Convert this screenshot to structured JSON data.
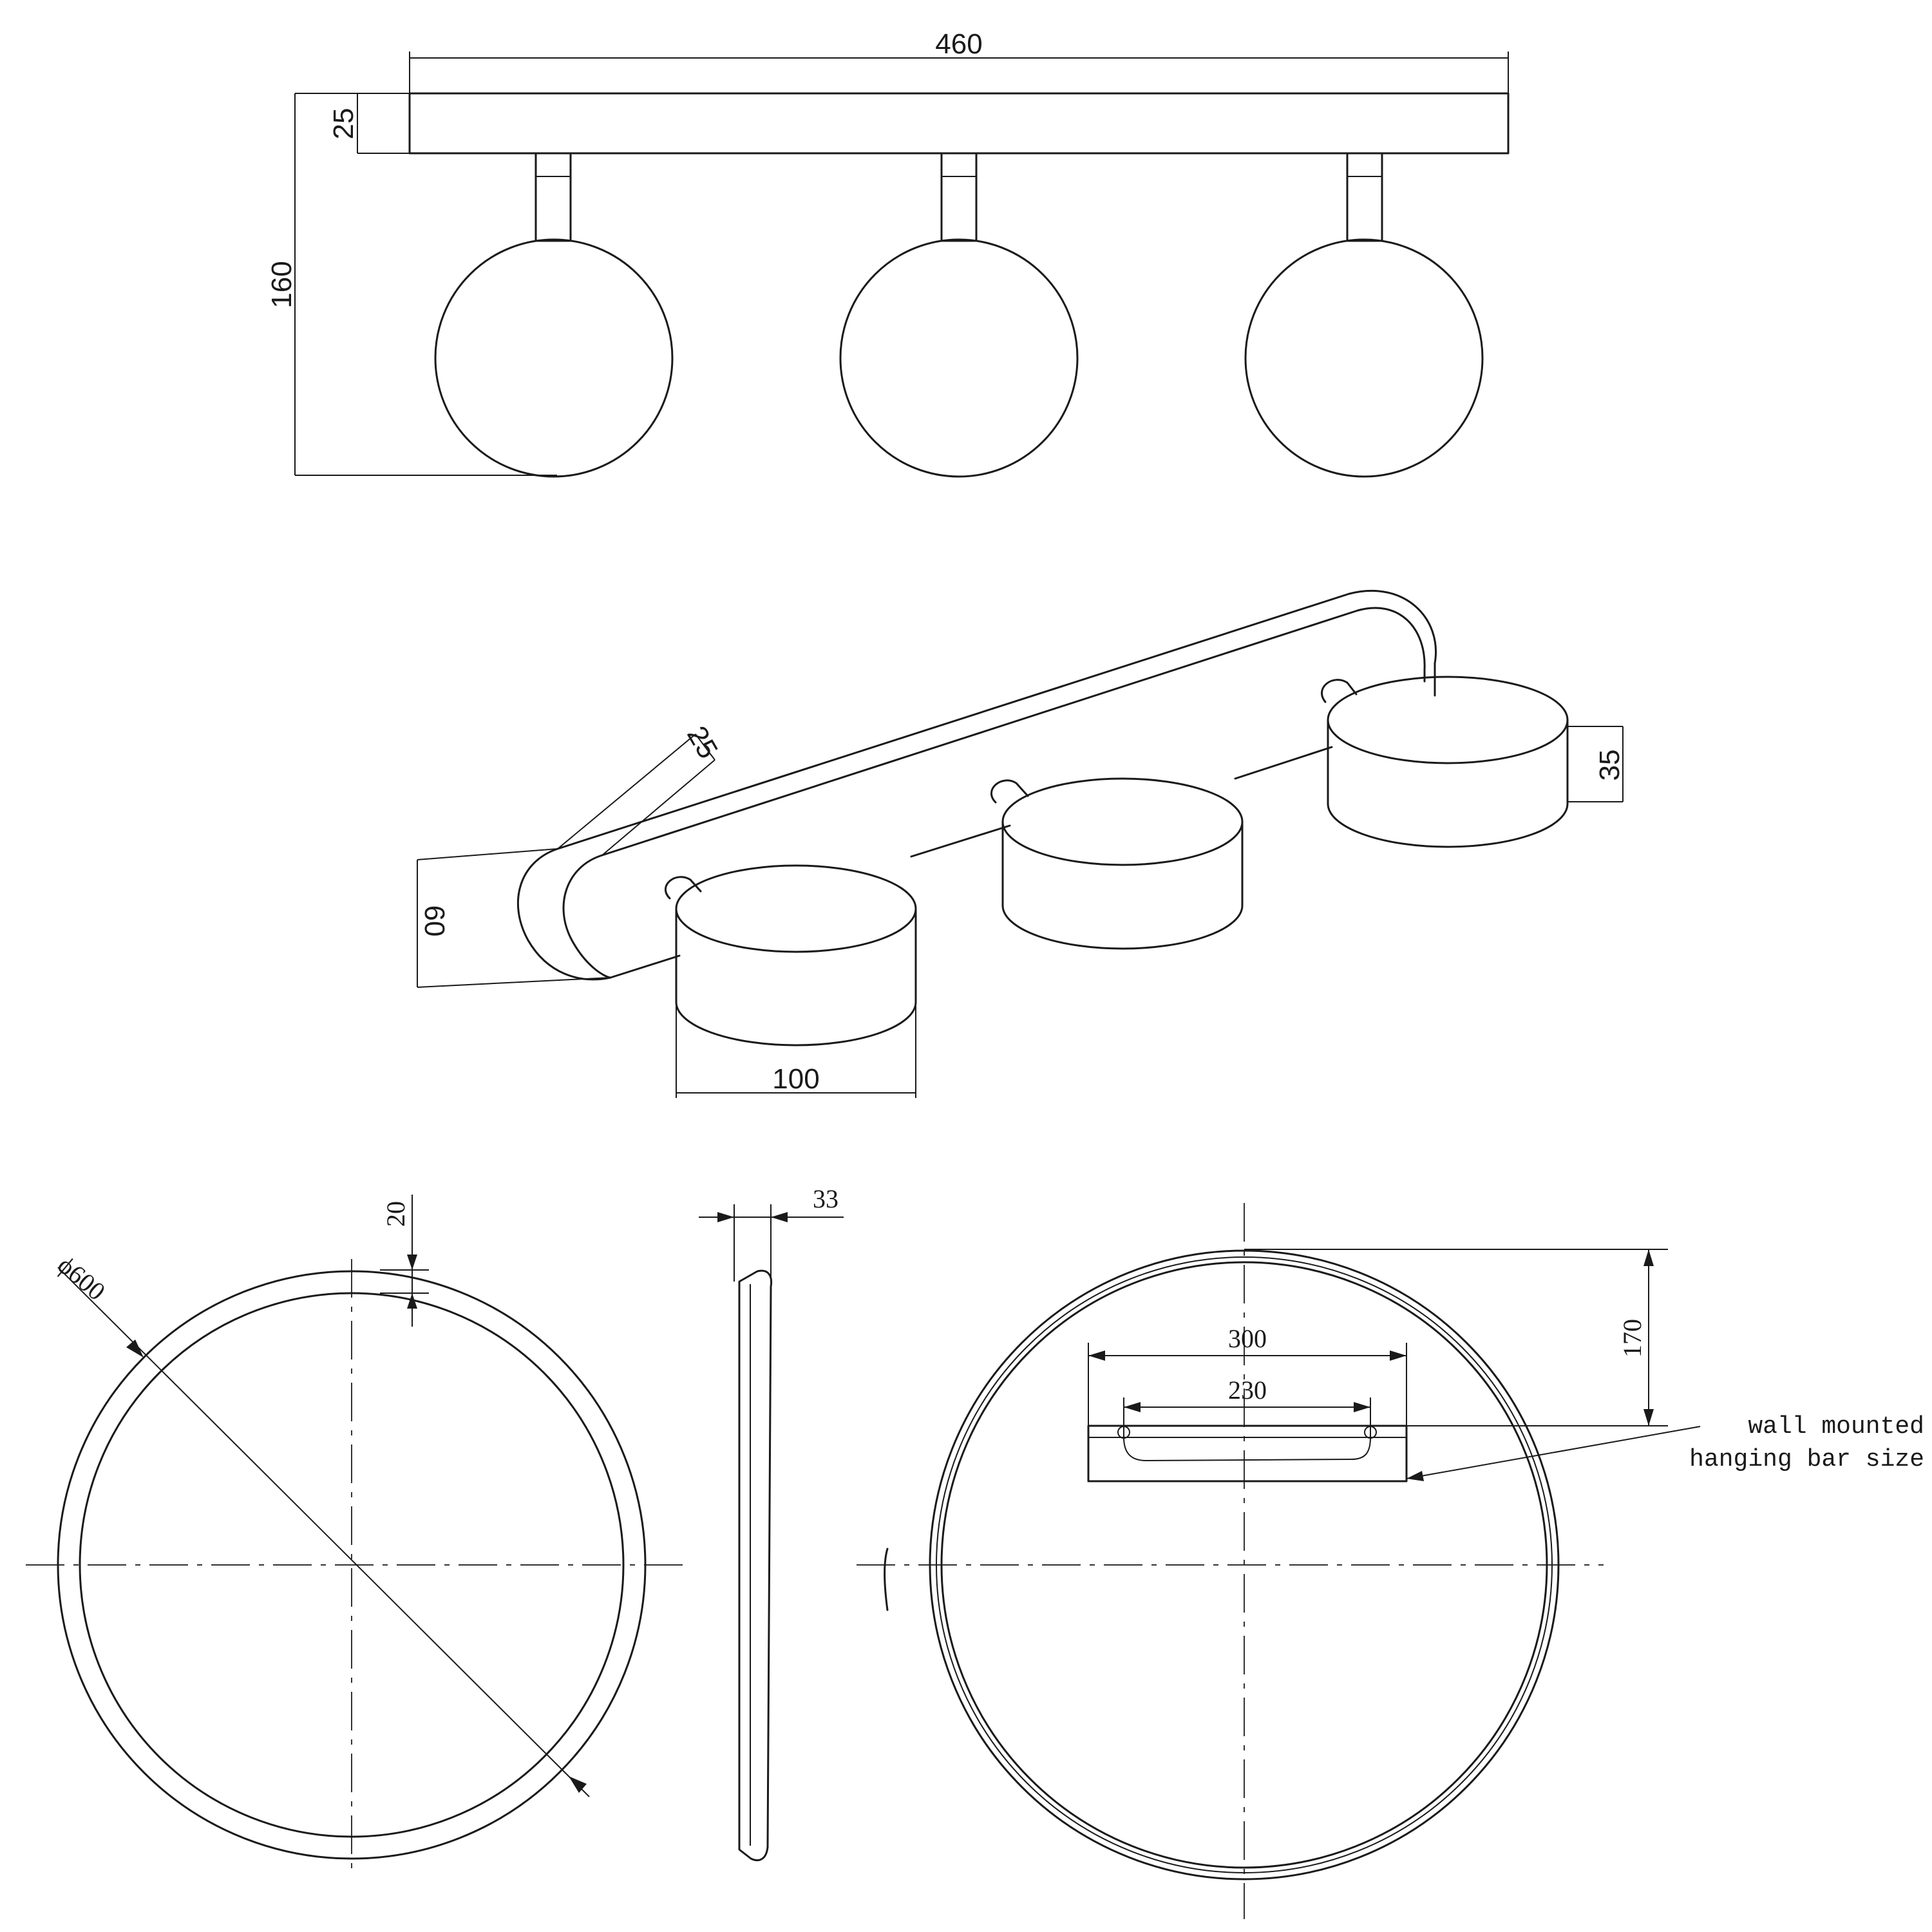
{
  "top_view": {
    "dim_length": "460",
    "dim_bar_thickness": "25",
    "dim_total_height": "160"
  },
  "iso_view": {
    "dim_bar_depth": "25",
    "dim_bar_height": "60",
    "dim_head_height": "35",
    "dim_head_diameter": "100"
  },
  "mirror_front": {
    "dim_diameter": "ϕ600",
    "dim_frame_width": "20"
  },
  "mirror_side": {
    "dim_thickness": "33"
  },
  "mirror_back": {
    "dim_bar_outer": "300",
    "dim_bar_inner": "230",
    "dim_offset_top": "170",
    "note_line1": "wall mounted",
    "note_line2": "hanging bar size"
  }
}
